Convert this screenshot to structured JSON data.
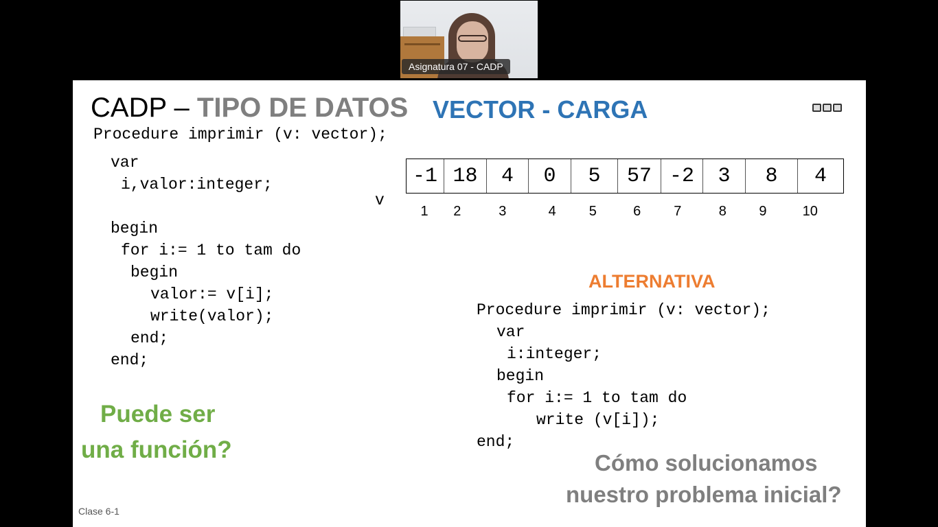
{
  "webcam": {
    "participant_name": "Asignatura 07 - CADP"
  },
  "slide": {
    "title_prefix": "CADP – ",
    "title_gray": "TIPO DE DATOS",
    "title_vector": "VECTOR - CARGA",
    "code_left": [
      "Procedure imprimir (v: vector);",
      "var",
      "i,valor:integer;",
      "begin",
      "for i:= 1 to tam do",
      "begin",
      "valor:= v[i];",
      "write(valor);",
      "end;",
      "end;"
    ],
    "vector_label": "v",
    "vector_values": [
      "-1",
      "18",
      "4",
      "0",
      "5",
      "57",
      "-2",
      "3",
      "8",
      "4"
    ],
    "vector_indices": [
      "1",
      "2",
      "3",
      "4",
      "5",
      "6",
      "7",
      "8",
      "9",
      "10"
    ],
    "alternative_label": "ALTERNATIVA",
    "code_right": [
      "Procedure imprimir (v: vector);",
      "var",
      "i:integer;",
      "begin",
      "for i:= 1 to tam do",
      "write (v[i]);",
      "end;"
    ],
    "question_1_line1": "Puede ser",
    "question_1_line2": "una función?",
    "question_2_line1": "Cómo solucionamos",
    "question_2_line2": "nuestro problema inicial?",
    "footer": "Clase 6-1",
    "colors": {
      "vector_title": "#2e74b5",
      "alternative": "#ed7d31",
      "green_question": "#70ad47",
      "gray": "#7f7f7f"
    }
  }
}
